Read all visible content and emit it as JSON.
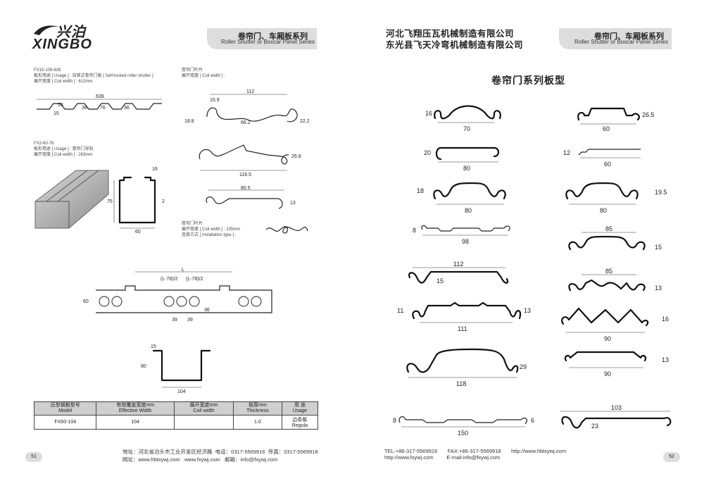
{
  "brand": {
    "cn": "兴泊",
    "en": "XINGBO"
  },
  "header": {
    "section_cn": "卷帘门、车厢板系列",
    "section_en": "Roller Shutter or Boxcar Panel Series",
    "company_1": "河北飞翔压瓦机械制造有限公司",
    "company_2": "东光县飞天冷弯机械制造有限公司"
  },
  "left": {
    "fx1_title": "FX15-109-639",
    "fx1_usage": "板形用途 [ Usage ] : 自锁式卷帘门板 [ Self-locked roller shutter ]",
    "fx1_coil": "展开宽度 [ Coil width ] : 612mm",
    "fx1_dims": {
      "total": "639",
      "a": "53",
      "b": "15",
      "c": "36",
      "d": "76",
      "e": "36"
    },
    "fx2_title": "FX2-60-76",
    "fx2_usage": "板形用途 [ Usage ] : 卷帘门导轨",
    "fx2_coil": "展开宽度 [ Coil width ] : 263mm",
    "fx2_dims": {
      "h": "75",
      "w": "60",
      "top": "16",
      "lip": "2"
    },
    "juan1_title": "卷帘门叶片",
    "juan1_coil": "展开宽度 [ Coil width ] :",
    "juan1_dims": {
      "top": "112",
      "l": "18.8",
      "r": "22.2",
      "a": "15.9",
      "b": "66.2"
    },
    "p2_dims": {
      "w": "116.5",
      "h": "26.8"
    },
    "p3_dims": {
      "w": "80.5",
      "h": "13"
    },
    "juan2_title": "卷帘门叶片",
    "juan2_coil": "展开宽度 [ Coil width ] : 135mm",
    "juan2_install": "连接方式 [ Installation type ] :",
    "punch_dims": {
      "L": "L",
      "l1": "(L-78)/2",
      "l2": "(L-78)/2",
      "h": "60",
      "s1": "39",
      "s2": "39",
      "s3": "36"
    },
    "channel_dims": {
      "top": "15",
      "h": "60",
      "w": "104"
    }
  },
  "spec_table": {
    "headers": [
      {
        "cn": "压型钢板型号",
        "en": "Model"
      },
      {
        "cn": "有效覆盖宽度mm",
        "en": "Effective Width"
      },
      {
        "cn": "展开宽度mm",
        "en": "Coil width"
      },
      {
        "cn": "板厚mm",
        "en": "Thickness"
      },
      {
        "cn": "用 途",
        "en": "Usage"
      }
    ],
    "row": {
      "model": "FX60-104",
      "width": "104",
      "coil": "",
      "thickness": "1.0",
      "usage_cn": "边条板",
      "usage_en": "Regula"
    }
  },
  "footer_left": {
    "addr": "地址：河北省泊头市工业开发区经济路",
    "tel": "电话：0317-5569916",
    "fax": "传真：0317-5569918",
    "web1": "网址：www.hbtxywj.com",
    "web2": "www.fxywj.com",
    "mail": "邮箱：info@fxywj.com",
    "page": "51"
  },
  "right": {
    "title": "卷帘门系列板型",
    "profiles": [
      {
        "h": "16",
        "w": "70"
      },
      {
        "h": "26.5",
        "w": "60"
      },
      {
        "h": "20",
        "w": "80"
      },
      {
        "h": "12",
        "w": "60"
      },
      {
        "h": "18",
        "w": "80"
      },
      {
        "h": "19.5",
        "w": "80"
      },
      {
        "h": "8",
        "w": "98"
      },
      {
        "h": "15",
        "w": "85"
      },
      {
        "h": "15",
        "w": "112"
      },
      {
        "h": "13",
        "w": "85"
      },
      {
        "h": "11",
        "h2": "13",
        "w": "111"
      },
      {
        "h": "16",
        "w": "90"
      },
      {
        "h": "29",
        "w": "118"
      },
      {
        "h": "13",
        "w": "90"
      },
      {
        "h": "8",
        "h2": "6",
        "w": "150"
      },
      {
        "h": "23",
        "w": "103"
      }
    ]
  },
  "footer_right": {
    "tel": "TEL:+86-317-5569916",
    "fax": "FAX:+86-317-5569918",
    "web1": "http://www.hbtxywj.com",
    "web2": "http://www.fxywj.com",
    "mail": "E-mail:info@fxywj.com",
    "page": "52"
  }
}
